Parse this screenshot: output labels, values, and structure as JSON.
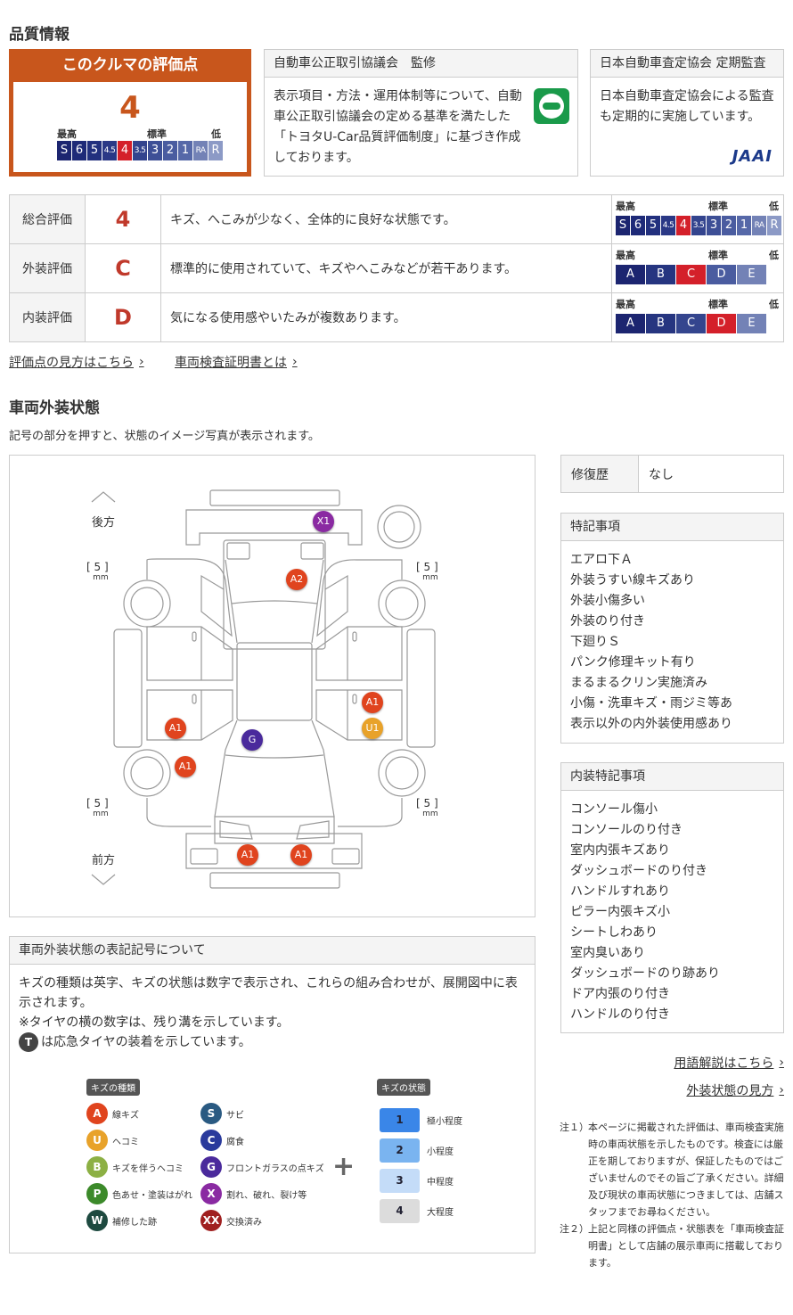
{
  "section1_title": "品質情報",
  "score_box": {
    "title": "このクルマの評価点",
    "score": "4",
    "high": "最高",
    "std": "標準",
    "low": "低",
    "scale": [
      "S",
      "6",
      "5",
      "4.5",
      "4",
      "3.5",
      "3",
      "2",
      "1",
      "RA",
      "R"
    ],
    "selected": "4"
  },
  "kousei": {
    "title": "自動車公正取引協議会　監修",
    "text": "表示項目・方法・運用体制等について、自動車公正取引協議会の定める基準を満たした「トヨタU-Car品質評価制度」に基づき作成しております。"
  },
  "jaai": {
    "title": "日本自動車査定協会 定期監査",
    "text": "日本自動車査定協会による監査も定期的に実施しています。",
    "logo": "JAAI"
  },
  "evaluations": [
    {
      "label": "総合評価",
      "score": "4",
      "desc": "キズ、へこみが少なく、全体的に良好な状態です。",
      "scale": [
        "S",
        "6",
        "5",
        "4.5",
        "4",
        "3.5",
        "3",
        "2",
        "1",
        "RA",
        "R"
      ],
      "selected": "4"
    },
    {
      "label": "外装評価",
      "score": "C",
      "desc": "標準的に使用されていて、キズやへこみなどが若干あります。",
      "scale": [
        "A",
        "B",
        "C",
        "D",
        "E"
      ],
      "selected": "C"
    },
    {
      "label": "内装評価",
      "score": "D",
      "desc": "気になる使用感やいたみが複数あります。",
      "scale": [
        "A",
        "B",
        "C",
        "D",
        "E"
      ],
      "selected": "D"
    }
  ],
  "links": {
    "howto": "評価点の見方はこちら",
    "cert": "車両検査証明書とは",
    "glossary": "用語解説はこちら",
    "exterior_howto": "外装状態の見方"
  },
  "section2_title": "車両外装状態",
  "section2_sub": "記号の部分を押すと、状態のイメージ写真が表示されます。",
  "diagram": {
    "rear": "後方",
    "front": "前方",
    "tread": "[ 5 ]",
    "unit": "mm",
    "markers": [
      {
        "code": "X1",
        "type": "X"
      },
      {
        "code": "A2",
        "type": "A"
      },
      {
        "code": "A1",
        "type": "A"
      },
      {
        "code": "U1",
        "type": "U"
      },
      {
        "code": "A1",
        "type": "A"
      },
      {
        "code": "G",
        "type": "G"
      },
      {
        "code": "A1",
        "type": "A"
      },
      {
        "code": "A1",
        "type": "A"
      },
      {
        "code": "A1",
        "type": "A"
      }
    ]
  },
  "repair": {
    "label": "修復歴",
    "value": "なし"
  },
  "special": {
    "title": "特記事項",
    "items": [
      "エアロ下Ａ",
      "外装うすい線キズあり",
      "外装小傷多い",
      "外装のり付き",
      "下廻りＳ",
      "パンク修理キット有り",
      "まるまるクリン実施済み",
      "小傷・洗車キズ・雨ジミ等あ",
      "表示以外の内外装使用感あり"
    ]
  },
  "interior": {
    "title": "内装特記事項",
    "items": [
      "コンソール傷小",
      "コンソールのり付き",
      "室内内張キズあり",
      "ダッシュボードのり付き",
      "ハンドルすれあり",
      "ピラー内張キズ小",
      "シートしわあり",
      "室内臭いあり",
      "ダッシュボードのり跡あり",
      "ドア内張のり付き",
      "ハンドルのり付き"
    ]
  },
  "legend": {
    "title": "車両外装状態の表記記号について",
    "line1": "キズの種類は英字、キズの状態は数字で表示され、これらの組み合わせが、展開図中に表示されます。",
    "line2": "※タイヤの横の数字は、残り溝を示しています。",
    "t_icon": "T",
    "line3": "は応急タイヤの装着を示しています。",
    "types_tag": "キズの種類",
    "state_tag": "キズの状態",
    "types": [
      {
        "code": "A",
        "label": "線キズ",
        "color": "#e0441e"
      },
      {
        "code": "U",
        "label": "ヘコミ",
        "color": "#e8a22a"
      },
      {
        "code": "B",
        "label": "キズを伴うヘコミ",
        "color": "#8cb044"
      },
      {
        "code": "P",
        "label": "色あせ・塗装はがれ",
        "color": "#3c8a2a"
      },
      {
        "code": "W",
        "label": "補修した跡",
        "color": "#1e4a40"
      },
      {
        "code": "S",
        "label": "サビ",
        "color": "#2a5a82"
      },
      {
        "code": "C",
        "label": "腐食",
        "color": "#2a3a9c"
      },
      {
        "code": "G",
        "label": "フロントガラスの点キズ",
        "color": "#4a2a9c"
      },
      {
        "code": "X",
        "label": "割れ、破れ、裂け等",
        "color": "#8a2aa2"
      },
      {
        "code": "XX",
        "label": "交換済み",
        "color": "#a02020"
      }
    ],
    "plus": "+",
    "levels": [
      {
        "n": "1",
        "label": "極小程度",
        "color": "#3a86e8"
      },
      {
        "n": "2",
        "label": "小程度",
        "color": "#7ab4f0"
      },
      {
        "n": "3",
        "label": "中程度",
        "color": "#c4dcf8"
      },
      {
        "n": "4",
        "label": "大程度",
        "color": "#dcdcdc"
      }
    ]
  },
  "notes": [
    {
      "k": "注１）",
      "t": "本ページに掲載された評価は、車両検査実施時の車両状態を示したものです。検査には厳正を期しておりますが、保証したものではございませんのでその旨ご了承ください。詳細及び現状の車両状態につきましては、店舗スタッフまでお尋ねください。"
    },
    {
      "k": "注２）",
      "t": "上記と同様の評価点・状態表を「車両検査証明書」として店舗の展示車両に搭載しております。"
    }
  ]
}
